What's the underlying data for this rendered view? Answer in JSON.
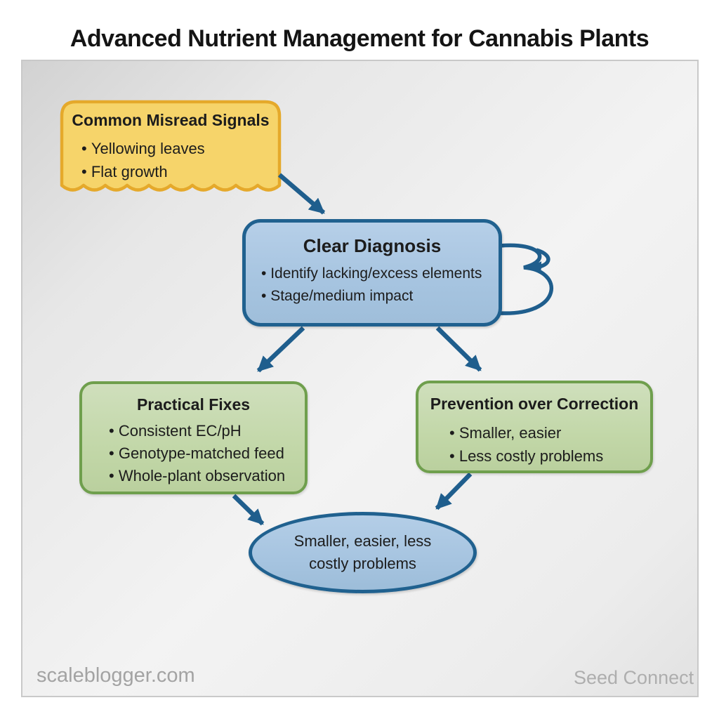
{
  "title": "Advanced Nutrient Management for Cannabis Plants",
  "nodes": {
    "misread": {
      "title": "Common Misread Signals",
      "items": [
        "Yellowing leaves",
        "Flat growth"
      ]
    },
    "diagnosis": {
      "title": "Clear Diagnosis",
      "items": [
        "Identify lacking/excess elements",
        "Stage/medium impact"
      ]
    },
    "fixes": {
      "title": "Practical Fixes",
      "items": [
        "Consistent EC/pH",
        "Genotype-matched feed",
        "Whole-plant observation"
      ]
    },
    "prevention": {
      "title": "Prevention over Correction",
      "items": [
        "Smaller, easier",
        "Less costly problems"
      ]
    },
    "outcome": {
      "text": "Smaller, easier, less costly problems"
    }
  },
  "watermarks": {
    "left": "scaleblogger.com",
    "right": "Seed Connect"
  },
  "colors": {
    "arrow": "#1f5e8d",
    "blue_border": "#20618f",
    "blue_fill": "#a6c4e0",
    "green_border": "#6f9f4d",
    "green_fill": "#c2d7a8",
    "yellow_border": "#e5a92b",
    "yellow_fill": "#f6d46a",
    "panel_bg": "#e9e9e9"
  }
}
